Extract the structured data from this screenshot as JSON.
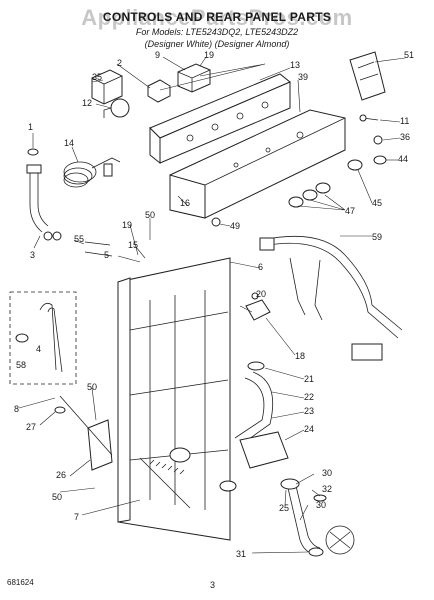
{
  "header": {
    "title": "CONTROLS AND REAR PANEL PARTS",
    "subtitle_line1": "For Models: LTE5243DQ2, LTE5243DZ2",
    "subtitle_line2": "(Designer White) (Designer Almond)",
    "watermark": "AppliancePartsPros.com"
  },
  "footer": {
    "code": "681624",
    "page": "3"
  },
  "callouts": {
    "c1": "1",
    "c2": "2",
    "c3": "3",
    "c4": "4",
    "c5": "5",
    "c6": "6",
    "c7": "7",
    "c8": "8",
    "c9": "9",
    "c11": "11",
    "c12": "12",
    "c13": "13",
    "c14": "14",
    "c15": "15",
    "c16": "16",
    "c18": "18",
    "c19": "19",
    "c20": "20",
    "c21": "21",
    "c22": "22",
    "c23": "23",
    "c24": "24",
    "c25": "25",
    "c26": "26",
    "c27": "27",
    "c30a": "30",
    "c30b": "30",
    "c31": "31",
    "c32": "32",
    "c35": "35",
    "c36": "36",
    "c39": "39",
    "c44": "44",
    "c45": "45",
    "c47": "47",
    "c49": "49",
    "c50a": "50",
    "c50b": "50",
    "c50c": "50",
    "c51": "51",
    "c55": "55",
    "c58": "58",
    "c59": "59"
  }
}
